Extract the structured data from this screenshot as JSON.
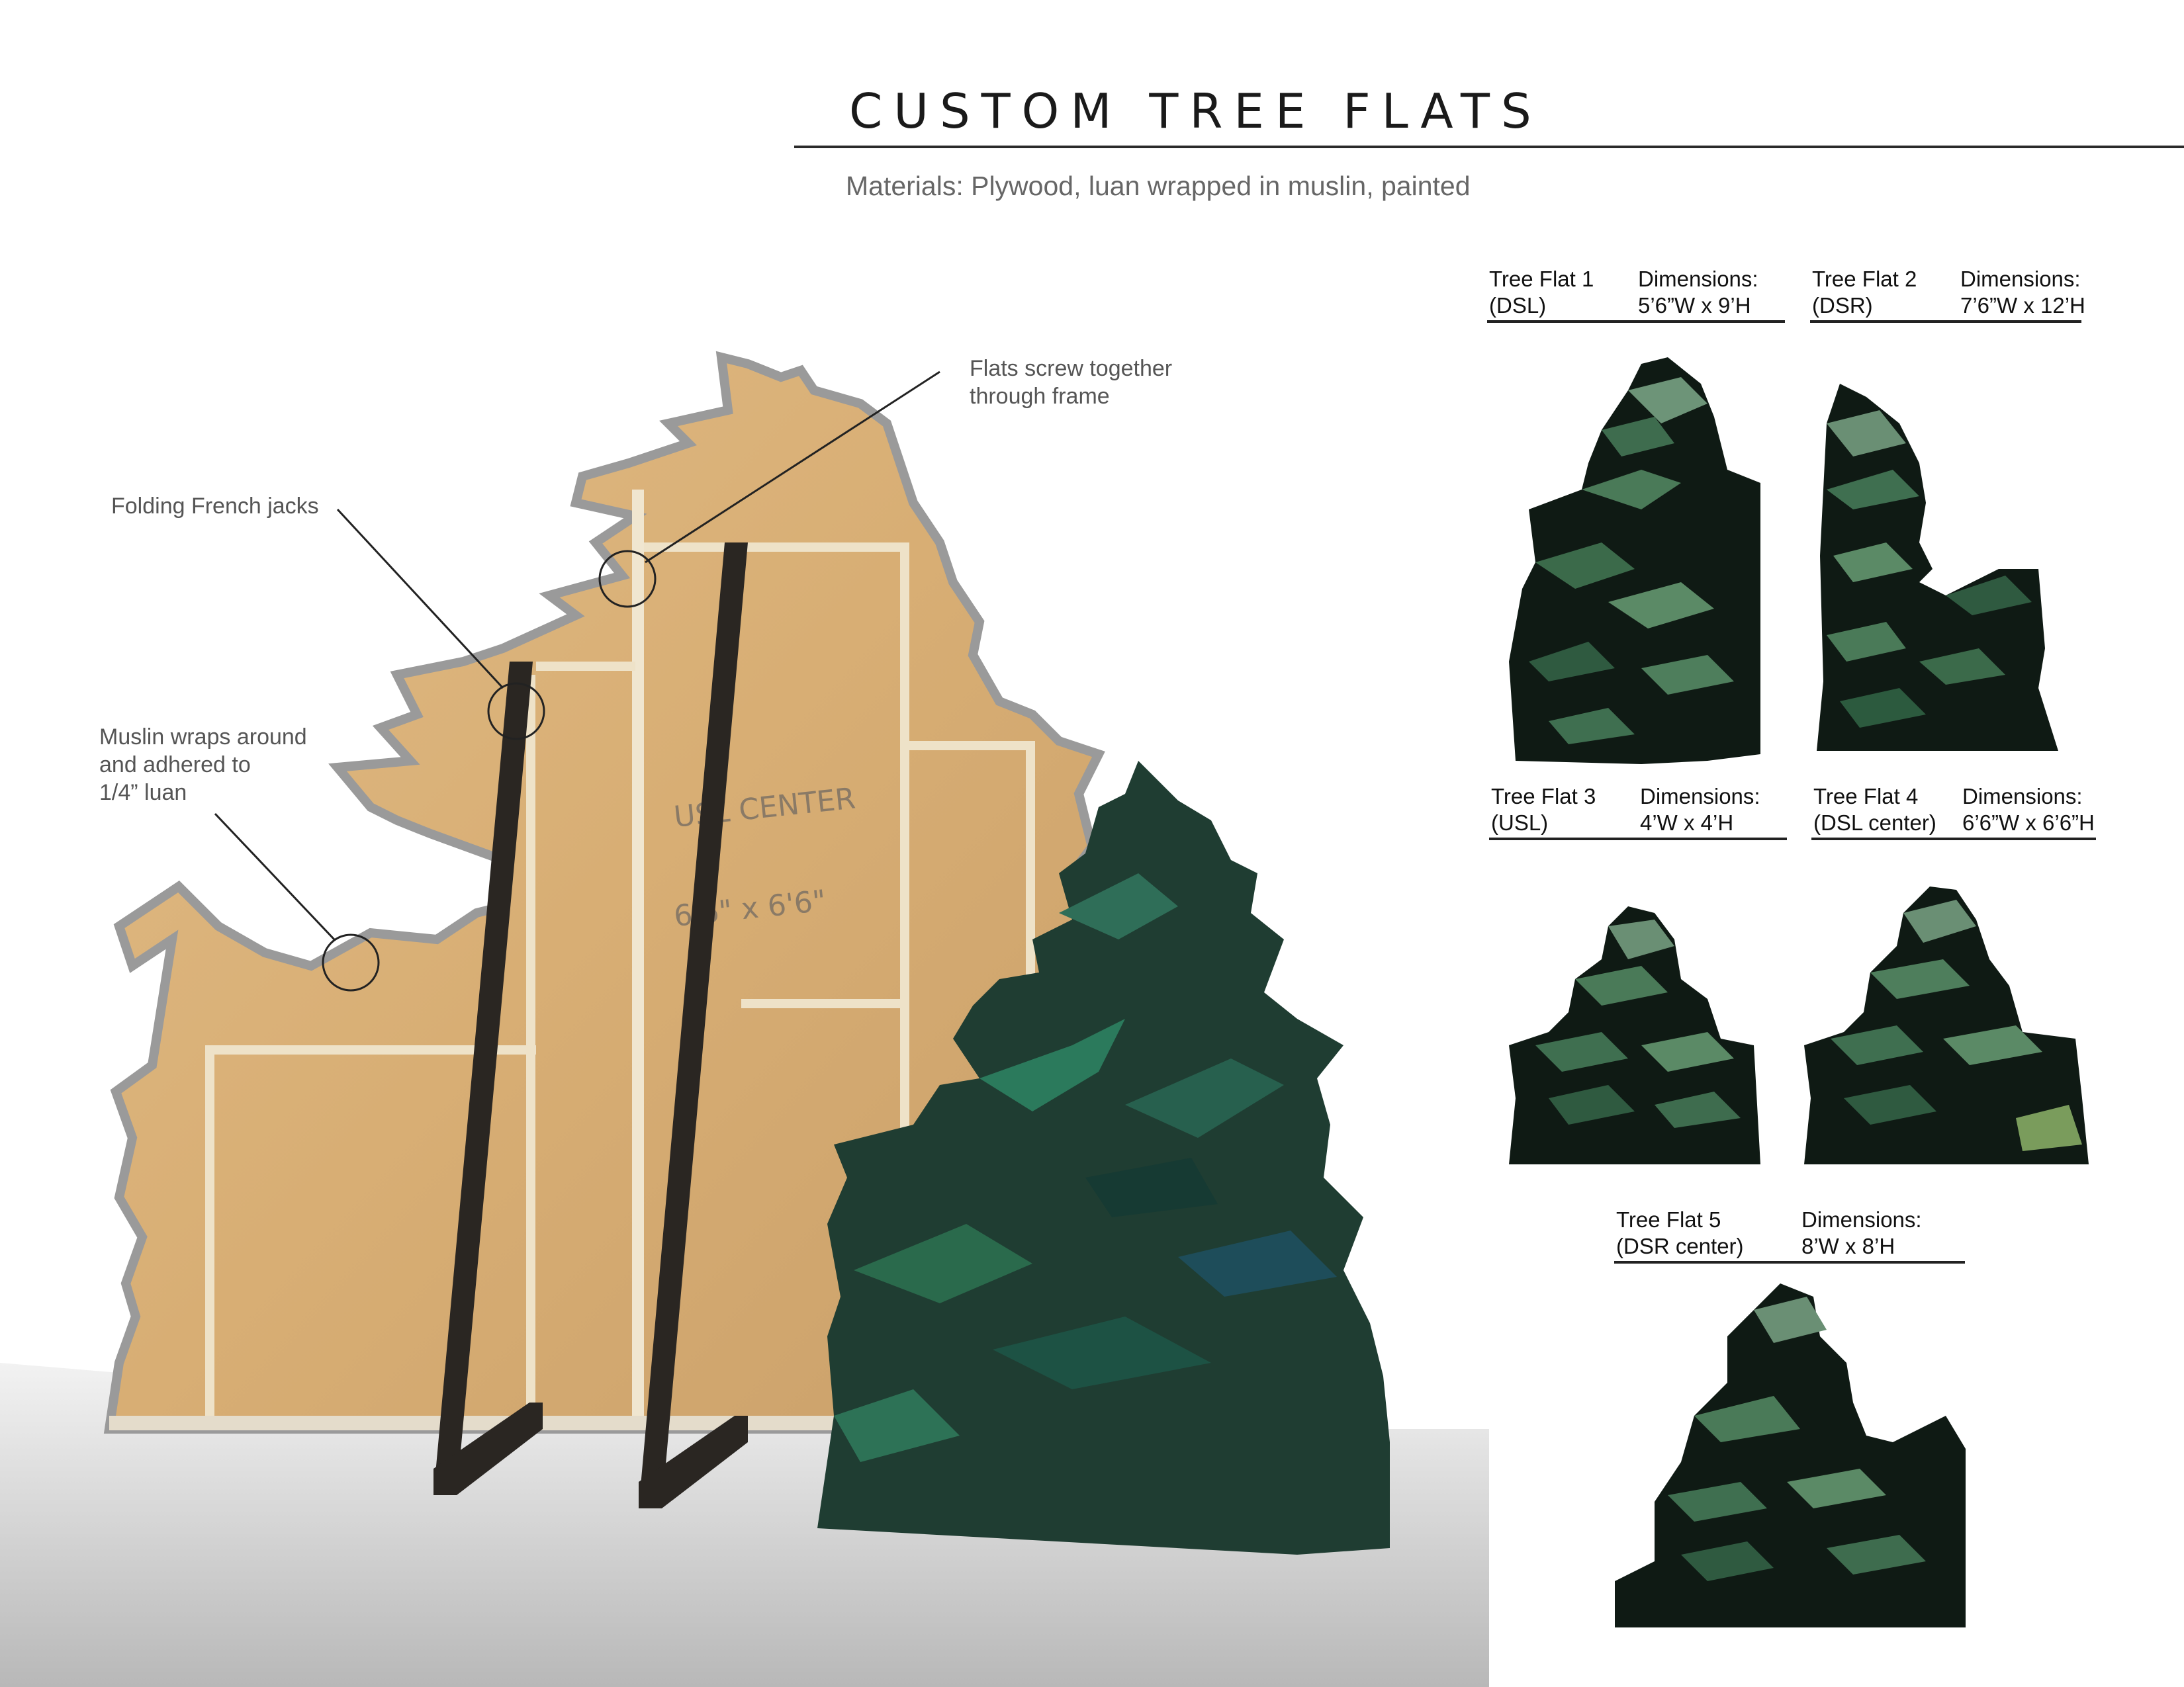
{
  "page": {
    "title": "CUSTOM TREE FLATS",
    "materials": "Materials:  Plywood, luan wrapped in muslin, painted"
  },
  "callouts": [
    {
      "id": "screw",
      "text": "Flats screw together\nthrough frame"
    },
    {
      "id": "jacks",
      "text": "Folding French jacks"
    },
    {
      "id": "muslin",
      "text": "Muslin wraps around\nand adhered to\n1/4” luan"
    }
  ],
  "tree_flats": [
    {
      "name": "Tree Flat 1\n(DSL)",
      "dimensions": "Dimensions:\n5’6”W x 9’H"
    },
    {
      "name": "Tree Flat 2\n(DSR)",
      "dimensions": "Dimensions:\n7’6”W x 12’H"
    },
    {
      "name": "Tree Flat 3\n(USL)",
      "dimensions": "Dimensions:\n4’W x 4’H"
    },
    {
      "name": "Tree Flat 4\n(DSL center)",
      "dimensions": "Dimensions:\n6’6”W x 6’6”H"
    },
    {
      "name": "Tree Flat 5\n(DSR center)",
      "dimensions": "Dimensions:\n8’W x 8’H"
    }
  ],
  "photo_markings": {
    "center": "USL CENTER",
    "size": "6'6\" x 6'6\""
  },
  "colors": {
    "plywood": "#d9b07a",
    "frame": "#e8dcc4",
    "jack": "#2a2622",
    "tree_dark": "#0f1a14",
    "tree_mid": "#2c4a36",
    "tree_light": "#5f8a68",
    "tree_teal": "#1f5a4e",
    "floor": "#c9c9c9"
  }
}
